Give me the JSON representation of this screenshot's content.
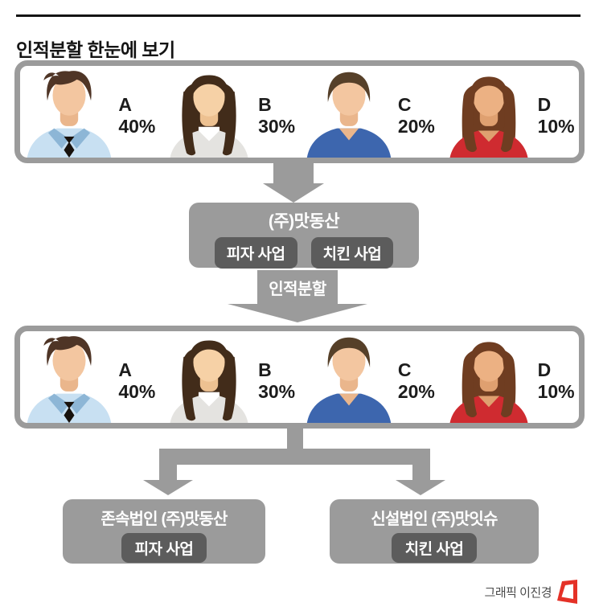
{
  "header": {
    "title": "인적분할 한눈에 보기"
  },
  "shareholders": [
    {
      "label": "A",
      "percent": "40%",
      "type": "male-tie",
      "colors": {
        "hair": "#4f3526",
        "skin": "#f3c6a0",
        "skin2": "#eab68c",
        "top": "#c8e0f2",
        "accent": "#8db6d6"
      }
    },
    {
      "label": "B",
      "percent": "30%",
      "type": "female-long",
      "colors": {
        "hair": "#422c1a",
        "skin": "#f6d1a6",
        "skin2": "#edc191",
        "top": "#e4e3e0",
        "accent": "#ffffff"
      }
    },
    {
      "label": "C",
      "percent": "20%",
      "type": "male-plain",
      "colors": {
        "hair": "#564029",
        "skin": "#f3c6a0",
        "skin2": "#eab68c",
        "top": "#3d66ae",
        "accent": "#3d66ae"
      }
    },
    {
      "label": "D",
      "percent": "10%",
      "type": "female-bob",
      "colors": {
        "hair": "#6f3d21",
        "skin": "#ecb183",
        "skin2": "#dfa070",
        "top": "#cf2b30",
        "accent": "#cf2b30"
      }
    }
  ],
  "parent_company": {
    "name": "(주)맛동산",
    "divisions": [
      "피자 사업",
      "치킨 사업"
    ]
  },
  "division_arrow": {
    "label": "인적분할"
  },
  "results": [
    {
      "name": "존속법인 (주)맛동산",
      "division": "피자 사업"
    },
    {
      "name": "신설법인 (주)맛잇슈",
      "division": "치킨 사업"
    }
  ],
  "footer": {
    "credit": "그래픽 이진경"
  },
  "colors": {
    "frame_gray": "#9b9b9b",
    "chip_dark_gray": "#5c5c5c",
    "logo_red": "#e43127",
    "title_black": "#141414"
  }
}
